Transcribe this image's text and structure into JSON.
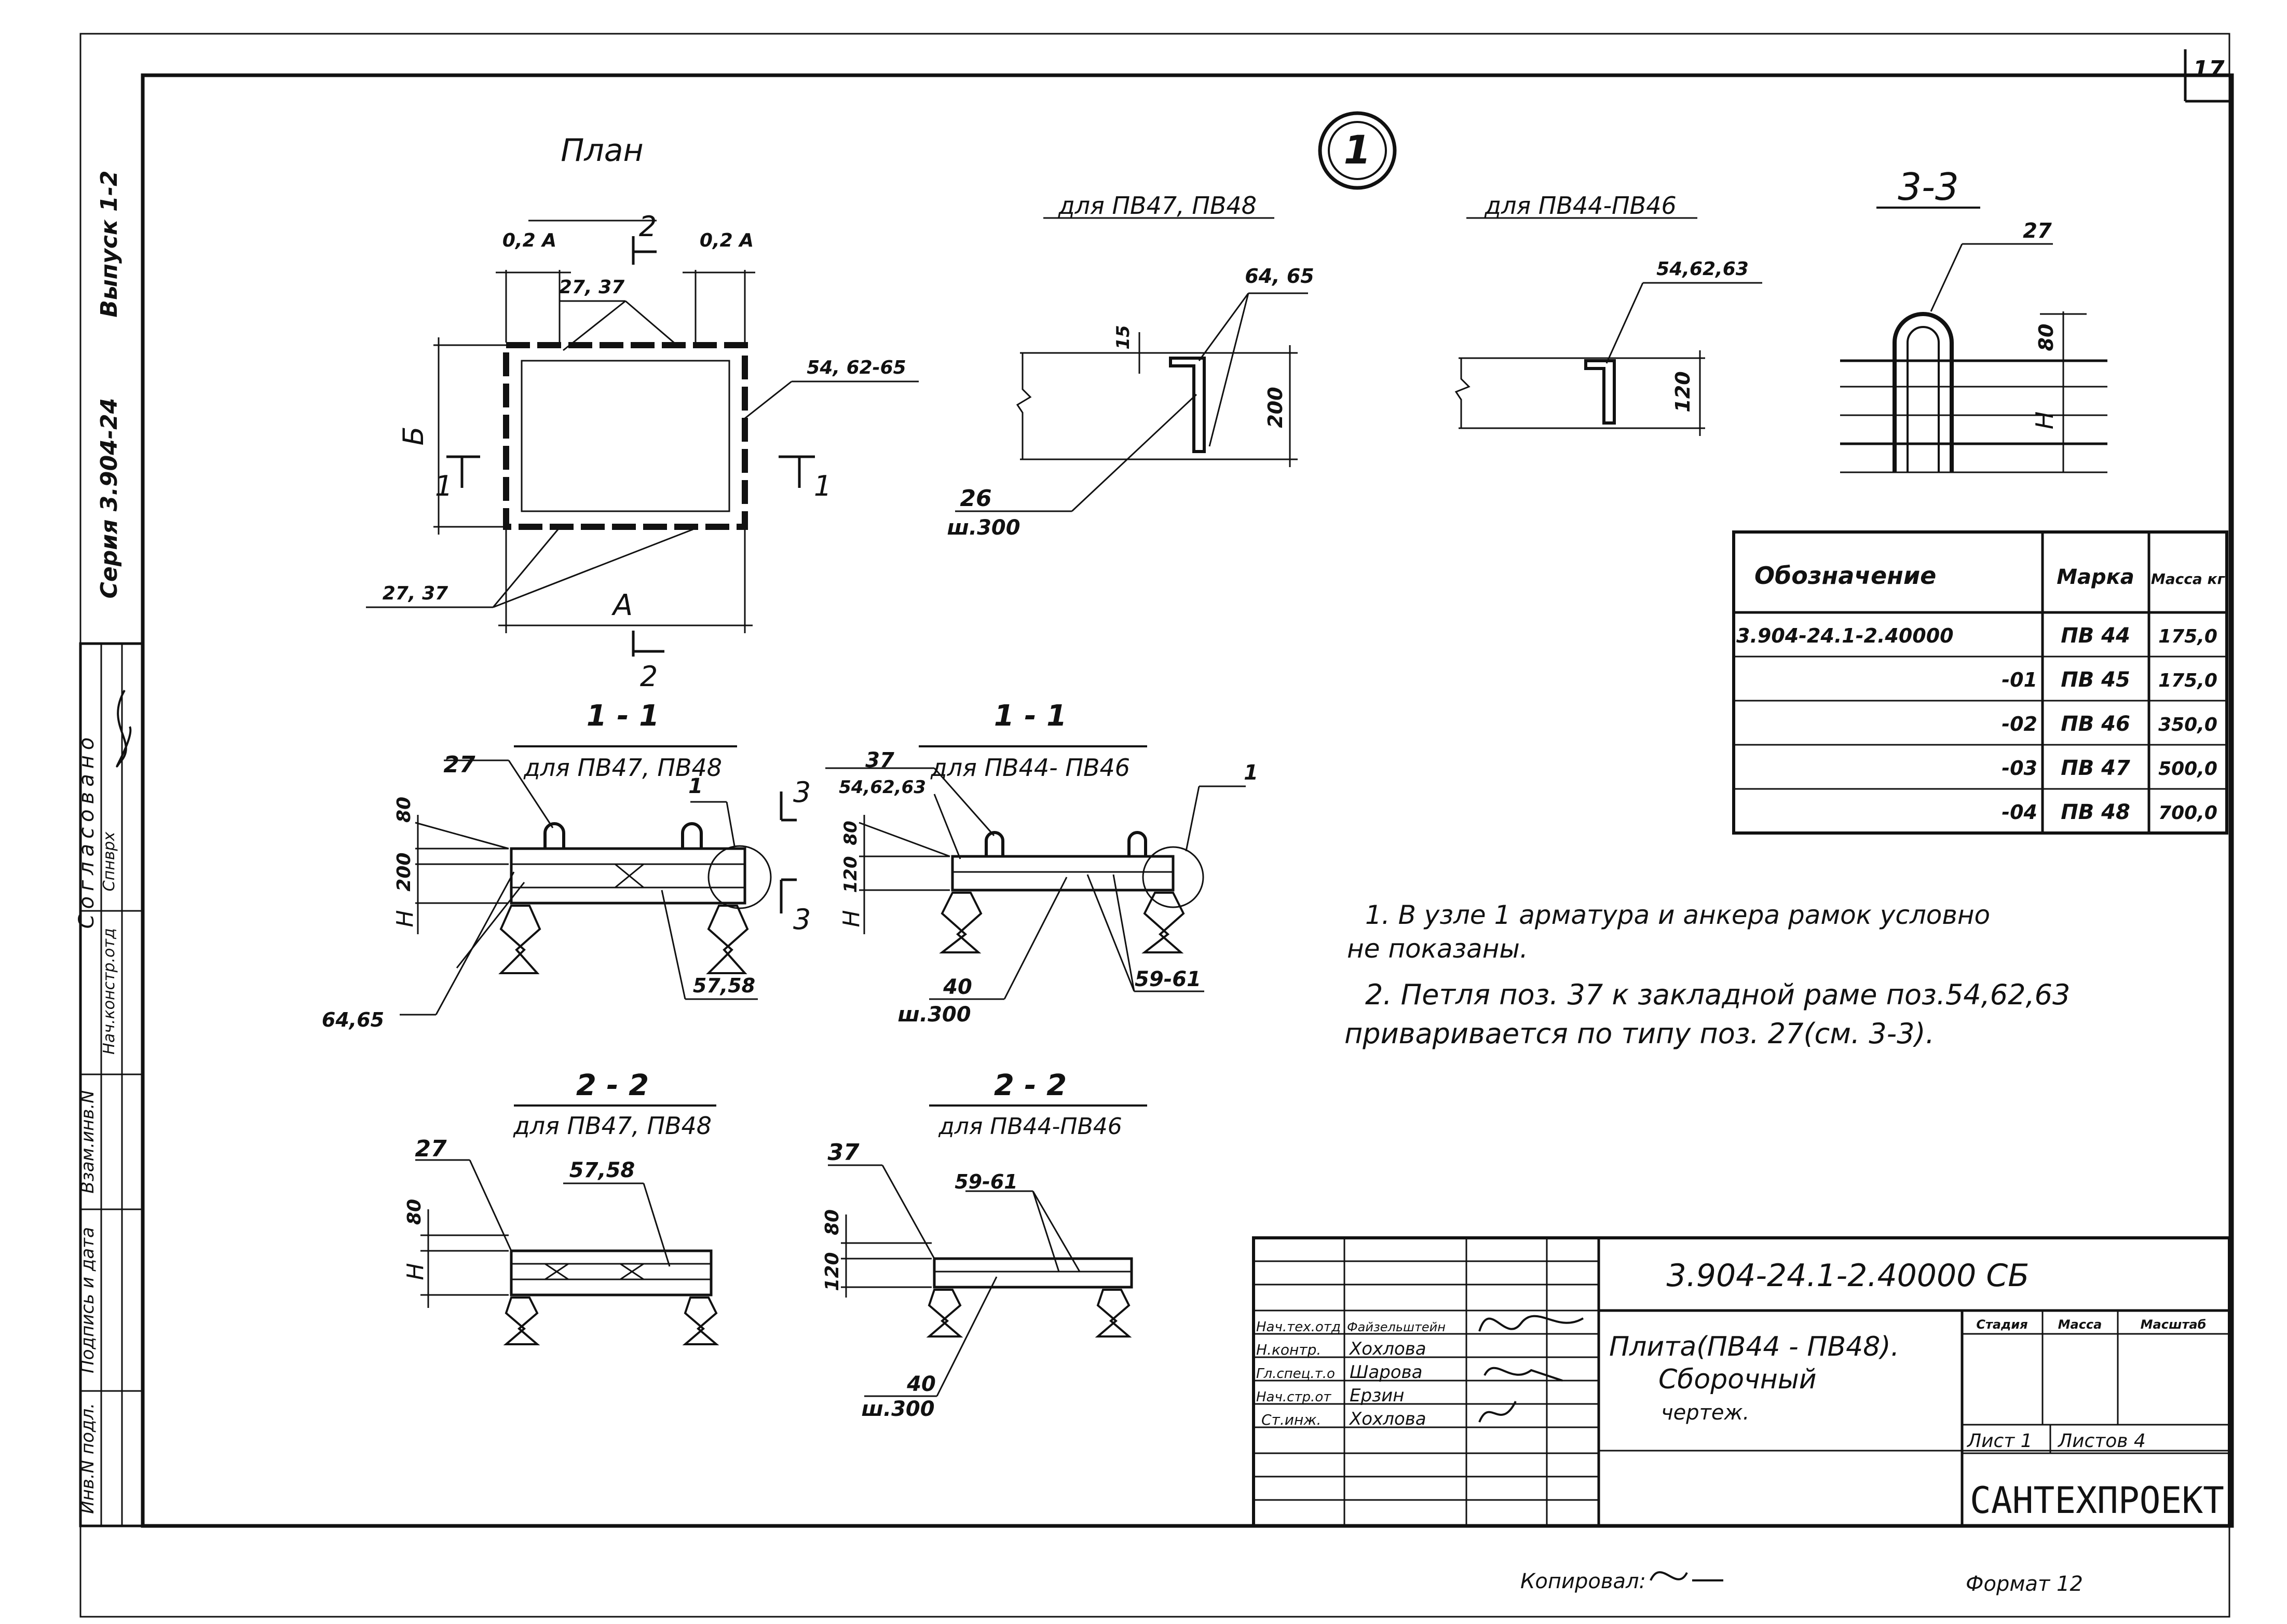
{
  "sheet": {
    "number": "17",
    "series": "Серия 3.904-24",
    "issue": "Выпуск 1-2",
    "format": "Формат 12",
    "copied_label": "Копировал:"
  },
  "side_stamp": {
    "agreed": "Согласовано",
    "head_dept": "Нач.констр.отд",
    "spravka": "Спнврх",
    "inv_pod": "Инв.N подл.",
    "sign_date": "Подпись и дата",
    "vzam": "Взам.инв.N"
  },
  "callout": "1",
  "plan": {
    "title": "План",
    "dim_top_left": "0,2 А",
    "dim_top_right": "0,2 А",
    "sec_top": "2",
    "sec_bottom": "2",
    "ref_27_37_top": "27, 37",
    "ref_54_top": "54, 62-65",
    "ref_27_37_bottom": "27, 37",
    "dim_b": "Б",
    "dim_a": "А",
    "sec_left": "1",
    "sec_right": "1"
  },
  "detail_pv47": {
    "title": "для ПВ47, ПВ48",
    "ref_64_65": "64, 65",
    "dim_15": "15",
    "dim_200": "200",
    "ref_26": "26",
    "ref_sh300": "ш.300"
  },
  "detail_pv44": {
    "title": "для ПВ44-ПВ46",
    "ref_54_62_63": "54,62,63",
    "dim_120": "120"
  },
  "section_33": {
    "title": "3-3",
    "ref_27": "27",
    "dim_80": "80",
    "dim_h": "Н"
  },
  "table": {
    "headers": [
      "Обозначение",
      "Марка",
      "Масса кг"
    ],
    "rows": [
      [
        "3.904-24.1-2.40000",
        "ПВ 44",
        "175,0"
      ],
      [
        "-01",
        "ПВ 45",
        "175,0"
      ],
      [
        "-02",
        "ПВ 46",
        "350,0"
      ],
      [
        "-03",
        "ПВ 47",
        "500,0"
      ],
      [
        "-04",
        "ПВ 48",
        "700,0"
      ]
    ]
  },
  "section_11a": {
    "title": "1 - 1",
    "subtitle": "для ПВ47, ПВ48",
    "ref_27": "27",
    "ref_1": "1",
    "dim_80": "80",
    "dim_200": "200",
    "dim_h": "Н",
    "ref_57_58": "57,58",
    "ref_64_65": "64,65",
    "sec_3_top": "3",
    "sec_3_bottom": "3"
  },
  "section_11b": {
    "title": "1 - 1",
    "subtitle": "для ПВ44- ПВ46",
    "ref_37": "37",
    "ref_54": "54,62,63",
    "ref_1": "1",
    "dim_80": "80",
    "dim_120": "120",
    "dim_h": "Н",
    "ref_40": "40",
    "ref_sh300": "ш.300",
    "ref_59_61": "59-61"
  },
  "section_22a": {
    "title": "2 - 2",
    "subtitle": "для ПВ47, ПВ48",
    "ref_27": "27",
    "ref_57_58": "57,58",
    "dim_80": "80",
    "dim_h": "Н"
  },
  "section_22b": {
    "title": "2 - 2",
    "subtitle": "для ПВ44-ПВ46",
    "ref_37": "37",
    "ref_59_61": "59-61",
    "dim_80": "80",
    "dim_120": "120",
    "ref_40": "40",
    "ref_sh300": "ш.300"
  },
  "notes": [
    "1. В узле 1 арматура  и анкера рамок условно",
    "не показаны.",
    "2. Петля поз. 37 к закладной раме поз.54,62,63",
    "приваривается  по типу  поз. 27(см. 3-3)."
  ],
  "title_block": {
    "code": "3.904-24.1-2.40000 СБ",
    "name_line1": "Плита(ПВ44 - ПВ48).",
    "name_line2": "Сборочный",
    "name_line3": "чертеж.",
    "col_stage": "Стадия",
    "col_mass": "Масса",
    "col_scale": "Масштаб",
    "sheet": "Лист 1",
    "sheets": "Листов 4",
    "org": "САНТЕХПРОЕКТ",
    "roles": [
      "Нач.тех.отд",
      "Н.контр.",
      "Гл.спец.т.о",
      "Нач.стр.от",
      "Ст.инж."
    ],
    "names": [
      "Файзельштейн",
      "Хохлова",
      "Шарова",
      "Ерзин",
      "Хохлова"
    ]
  }
}
